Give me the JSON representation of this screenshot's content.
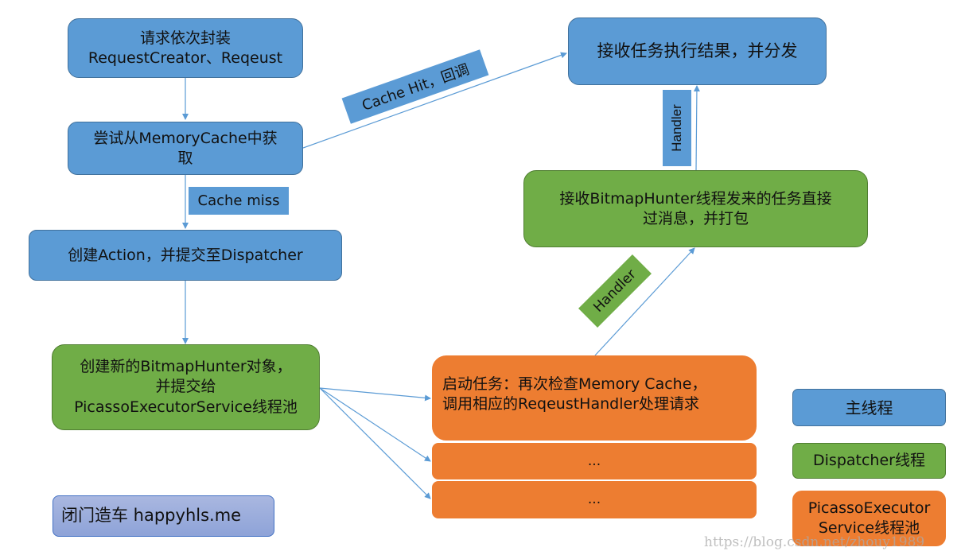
{
  "nodes": {
    "request_wrap": {
      "line1": "请求依次封装",
      "line2": "RequestCreator、Reqeust"
    },
    "memory_cache": {
      "line1": "尝试从MemoryCache中获",
      "line2": "取"
    },
    "create_action": {
      "text": "创建Action，并提交至Dispatcher"
    },
    "create_hunter": {
      "line1": "创建新的BitmapHunter对象，",
      "line2": "并提交给",
      "line3": "PicassoExecutorService线程池"
    },
    "start_task": {
      "line1": "启动任务：再次检查Memory Cache，",
      "line2": "调用相应的ReqeustHandler处理请求"
    },
    "task_more_1": {
      "text": "..."
    },
    "task_more_2": {
      "text": "..."
    },
    "package_msg": {
      "line1": "接收BitmapHunter线程发来的任务直接",
      "line2": "过消息，并打包"
    },
    "dispatch_result": {
      "text": "接收任务执行结果，并分发"
    },
    "credit": {
      "text": "闭门造车 happyhls.me"
    }
  },
  "edge_labels": {
    "cache_hit": "Cache Hit，回调",
    "cache_miss": "Cache miss",
    "handler_diag": "Handler",
    "handler_vert": "Handler"
  },
  "legend": {
    "main_thread": "主线程",
    "dispatcher_thread": "Dispatcher线程",
    "executor_pool_line1": "PicassoExecutor",
    "executor_pool_line2": "Service线程池"
  },
  "colors": {
    "main_thread": "#5b9bd5",
    "dispatcher_thread": "#70ad47",
    "executor_pool": "#ed7d31",
    "arrow": "#5b9bd5"
  },
  "watermark": "https://blog.csdn.net/zhouy1989"
}
